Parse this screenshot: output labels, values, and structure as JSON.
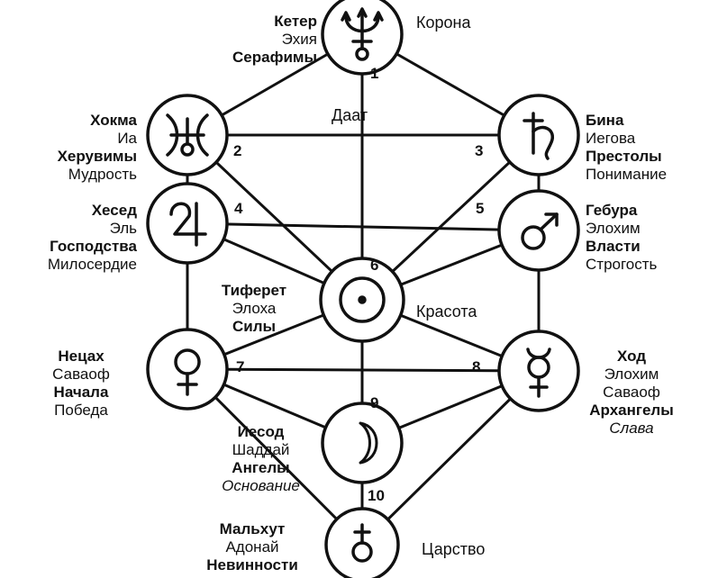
{
  "daat": "Даат",
  "nodes": {
    "keter": {
      "name": "Кетер",
      "god": "Эхия",
      "angels": "Серафимы",
      "quality": "Корона",
      "glyph": "neptune-icon"
    },
    "hokma": {
      "name": "Хокма",
      "god": "Иа",
      "angels": "Херувимы",
      "quality": "Мудрость",
      "glyph": "pisces-icon"
    },
    "bina": {
      "name": "Бина",
      "god": "Иегова",
      "angels": "Престолы",
      "quality": "Понимание",
      "glyph": "saturn-icon"
    },
    "hesed": {
      "name": "Хесед",
      "god": "Эль",
      "angels": "Господства",
      "quality": "Милосердие",
      "glyph": "jupiter-icon"
    },
    "gebura": {
      "name": "Гебура",
      "god": "Элохим",
      "angels": "Власти",
      "quality": "Строгость",
      "glyph": "mars-icon"
    },
    "tiferet": {
      "name": "Тиферет",
      "god": "Элоха",
      "angels": "Силы",
      "quality": "Красота",
      "glyph": "sun-icon"
    },
    "netsah": {
      "name": "Нецах",
      "god": "Саваоф",
      "angels": "Начала",
      "quality": "Победа",
      "glyph": "venus-icon"
    },
    "hod": {
      "name": "Ход",
      "god": "Элохим",
      "god2": "Саваоф",
      "angels": "Архангелы",
      "quality": "Слава",
      "glyph": "mercury-icon"
    },
    "yesod": {
      "name": "Иесод",
      "god": "Шаддай",
      "angels": "Ангелы",
      "quality": "Основание",
      "glyph": "moon-icon"
    },
    "malkhut": {
      "name": "Мальхут",
      "god": "Адонай",
      "angels": "Невинности",
      "quality": "Царство",
      "glyph": "earth-icon"
    }
  },
  "numbers": [
    "1",
    "2",
    "3",
    "4",
    "5",
    "6",
    "7",
    "8",
    "9",
    "10"
  ]
}
